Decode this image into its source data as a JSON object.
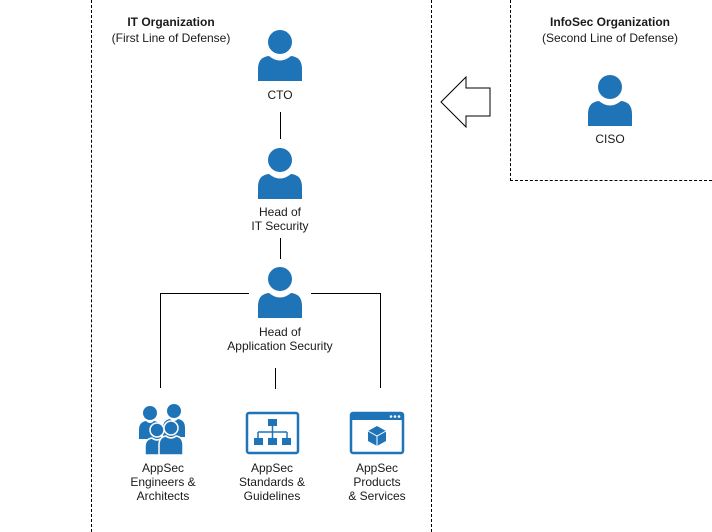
{
  "it_org": {
    "title": "IT Organization",
    "subtitle": "(First Line of Defense)"
  },
  "infosec_org": {
    "title": "InfoSec Organization",
    "subtitle": "(Second Line of Defense)"
  },
  "nodes": {
    "cto": {
      "label": "CTO"
    },
    "head_it_security": {
      "line1": "Head of",
      "line2": "IT Security"
    },
    "head_app_security": {
      "line1": "Head of",
      "line2": "Application Security"
    },
    "ciso": {
      "label": "CISO"
    },
    "engineers": {
      "line1": "AppSec",
      "line2": "Engineers &",
      "line3": "Architects"
    },
    "standards": {
      "line1": "AppSec",
      "line2": "Standards &",
      "line3": "Guidelines"
    },
    "products": {
      "line1": "AppSec",
      "line2": "Products",
      "line3": "& Services"
    }
  },
  "colors": {
    "icon_blue": "#1f73b7",
    "line": "#000000"
  },
  "icons": {
    "person": "person-icon",
    "group": "group-icon",
    "hierarchy": "hierarchy-icon",
    "product": "product-window-icon",
    "arrow": "left-arrow-icon"
  }
}
